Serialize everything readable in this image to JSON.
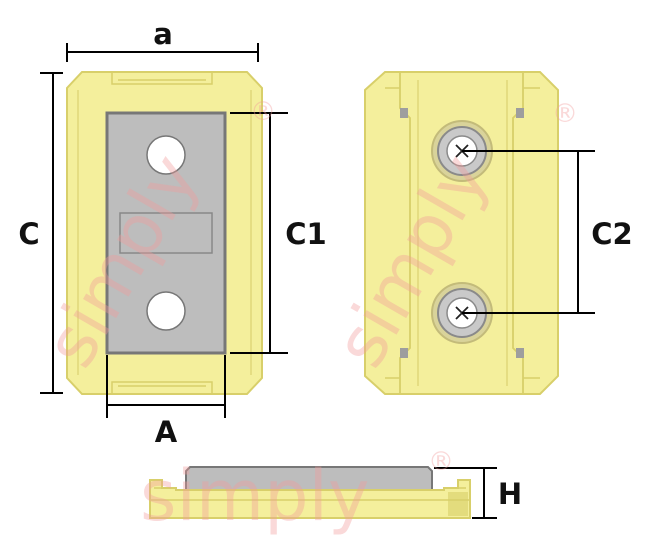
{
  "labels": {
    "a": "a",
    "C": "C",
    "C1": "C1",
    "A": "A",
    "C2": "C2",
    "H": "H"
  },
  "watermark": {
    "text": "simply",
    "mark": "®"
  },
  "colors": {
    "body": "#f4ef9c",
    "edge": "#d8cf6a",
    "plate": "#bdbdbd",
    "plate_edge": "#777777",
    "line": "#000000",
    "washer": "#c8c4a0",
    "watermark": "#f19a9a"
  }
}
